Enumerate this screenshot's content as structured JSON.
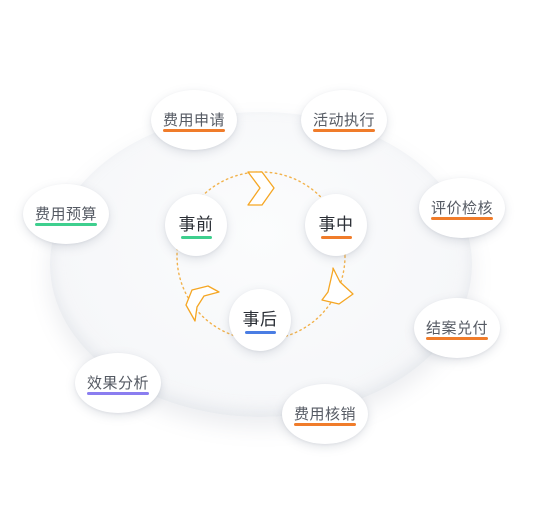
{
  "cycle": {
    "stages": [
      {
        "id": "before",
        "label": "事前",
        "underline_color": "#3ecf8e"
      },
      {
        "id": "during",
        "label": "事中",
        "underline_color": "#f07c2a"
      },
      {
        "id": "after",
        "label": "事后",
        "underline_color": "#4a7de3"
      }
    ],
    "arrow_color": "#f5a623",
    "ring_color": "#f2b24c"
  },
  "processes": [
    {
      "id": "budget",
      "label": "费用预算",
      "underline_color": "#3ecf8e"
    },
    {
      "id": "application",
      "label": "费用申请",
      "underline_color": "#f07c2a"
    },
    {
      "id": "execution",
      "label": "活动执行",
      "underline_color": "#f07c2a"
    },
    {
      "id": "evaluation",
      "label": "评价检核",
      "underline_color": "#f07c2a"
    },
    {
      "id": "settlement",
      "label": "结案兑付",
      "underline_color": "#f07c2a"
    },
    {
      "id": "writeoff",
      "label": "费用核销",
      "underline_color": "#f07c2a"
    },
    {
      "id": "analysis",
      "label": "效果分析",
      "underline_color": "#8a7df0"
    }
  ]
}
